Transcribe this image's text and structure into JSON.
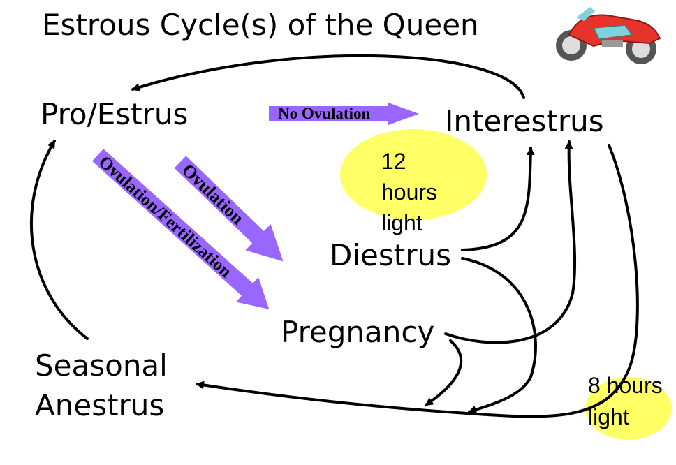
{
  "title": "Estrous Cycle(s) of the Queen",
  "nodes": {
    "pro_estrus": "Pro/Estrus",
    "interestrus": "Interestrus",
    "diestrus": "Diestrus",
    "pregnancy": "Pregnancy",
    "seasonal_line1": "Seasonal",
    "seasonal_line2": "Anestrus"
  },
  "arrow_labels": {
    "no_ovulation": "No Ovulation",
    "ovulation": "Ovulation",
    "ovulation_fertilization": "Ovulation/Fertilization"
  },
  "light_labels": {
    "twelve": [
      "12",
      "hours",
      "light"
    ],
    "eight": [
      "8 hours",
      "light"
    ]
  },
  "colors": {
    "arrow_fill": "#9966FF",
    "light_ellipse": "#FFFF66",
    "motorcycle_body": "#E8332A",
    "motorcycle_accent": "#7FD3D8"
  },
  "icons": {
    "clipart": "motorcycle-icon"
  }
}
